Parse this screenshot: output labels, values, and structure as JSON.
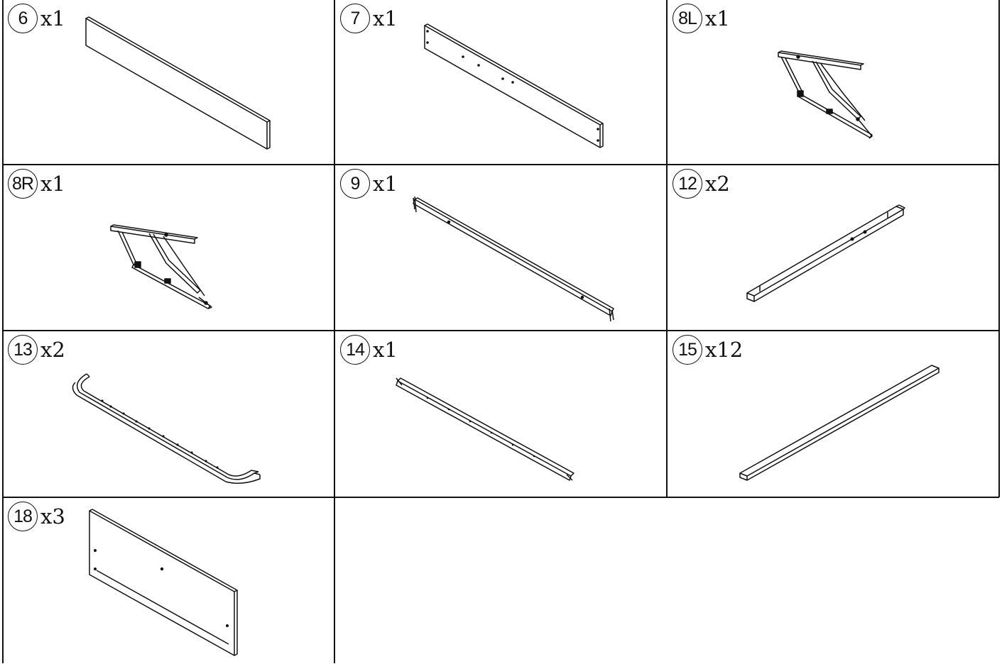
{
  "parts": [
    {
      "number": "6",
      "qty": "x1",
      "icon": "panel-board-icon"
    },
    {
      "number": "7",
      "qty": "x1",
      "icon": "drilled-rail-icon"
    },
    {
      "number": "8L",
      "qty": "x1",
      "icon": "left-lift-mechanism-icon"
    },
    {
      "number": "8R",
      "qty": "x1",
      "icon": "right-lift-mechanism-icon"
    },
    {
      "number": "9",
      "qty": "x1",
      "icon": "angle-iron-rail-icon"
    },
    {
      "number": "12",
      "qty": "x2",
      "icon": "square-tube-bar-icon"
    },
    {
      "number": "13",
      "qty": "x2",
      "icon": "curved-support-bar-icon"
    },
    {
      "number": "14",
      "qty": "x1",
      "icon": "angle-iron-rail-icon"
    },
    {
      "number": "15",
      "qty": "x12",
      "icon": "wooden-slat-icon"
    },
    {
      "number": "18",
      "qty": "x3",
      "icon": "drilled-panel-icon"
    }
  ]
}
